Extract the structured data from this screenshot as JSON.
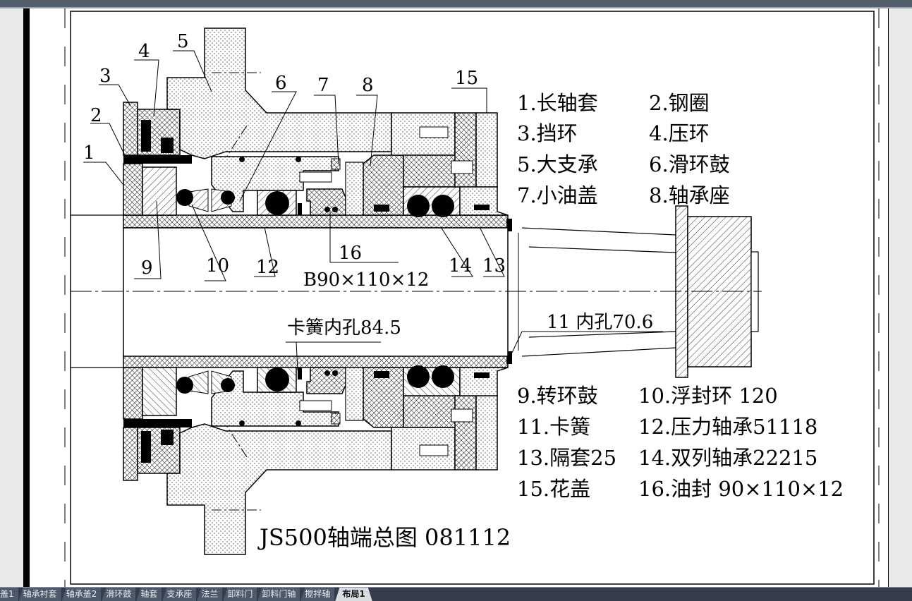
{
  "drawing": {
    "title": "JS500轴端总图 081112",
    "callouts": {
      "c1": "1",
      "c2": "2",
      "c3": "3",
      "c4": "4",
      "c5": "5",
      "c6": "6",
      "c7": "7",
      "c8": "8",
      "c9": "9",
      "c10": "10",
      "c12": "12",
      "c13": "13",
      "c14": "14",
      "c15": "15",
      "c16": "16",
      "seal_spec": "B90×110×12",
      "circlip_bore": "卡簧内孔84.5",
      "bore_11": "11  内孔70.6"
    },
    "legend_top": [
      [
        "1.长轴套",
        "2.钢圈"
      ],
      [
        "3.挡环",
        "4.压环"
      ],
      [
        "5.大支承",
        "6.滑环鼓"
      ],
      [
        "7.小油盖",
        "8.轴承座"
      ]
    ],
    "legend_bottom": [
      [
        "9.转环鼓",
        "10.浮封环 120"
      ],
      [
        "11.卡簧",
        "12.压力轴承51118"
      ],
      [
        "13.隔套25",
        "14.双列轴承22215"
      ],
      [
        "15.花盖",
        "16.油封 90×110×12"
      ]
    ]
  },
  "tabs": [
    "盖1",
    "轴承衬套",
    "轴承盖2",
    "滑环鼓",
    "轴套",
    "支承座",
    "法兰",
    "卸料门",
    "卸料门轴",
    "搅拌轴",
    "布局1"
  ],
  "active_tab": "布局1"
}
